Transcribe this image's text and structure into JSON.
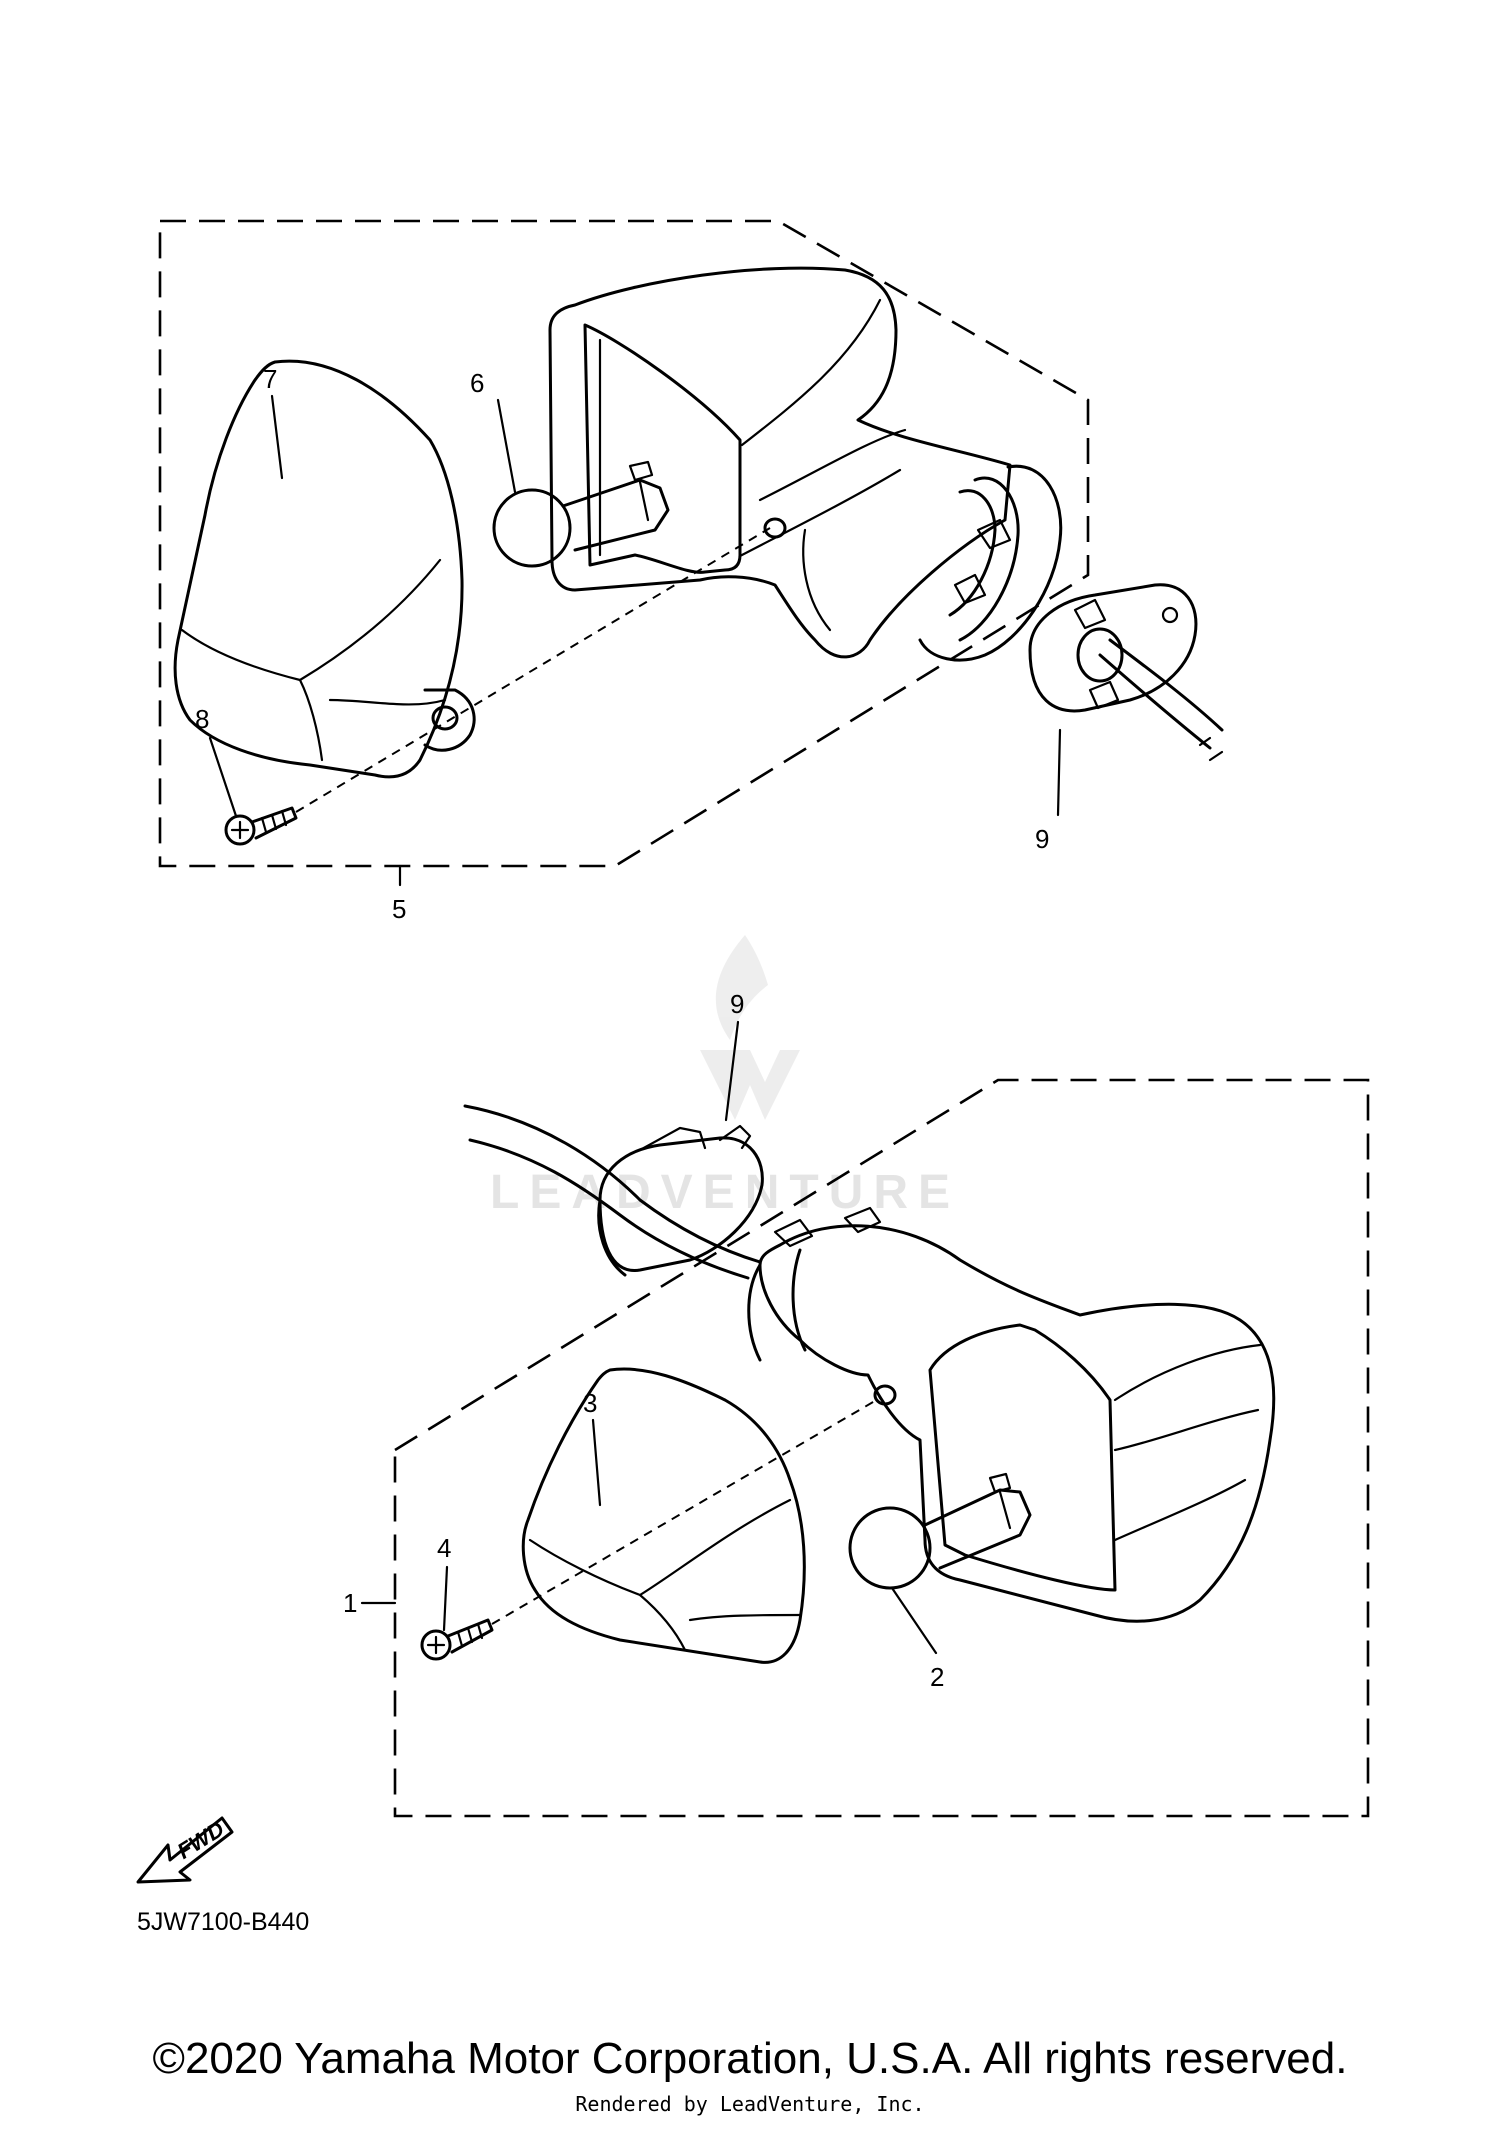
{
  "diagram": {
    "callouts": {
      "c1": "1",
      "c2": "2",
      "c3": "3",
      "c4": "4",
      "c5": "5",
      "c6": "6",
      "c7": "7",
      "c8": "8",
      "c9_top": "9",
      "c9_bottom": "9"
    },
    "direction_arrow_label": "FWD",
    "diagram_code": "5JW7100-B440",
    "watermark": "LEADVENTURE"
  },
  "footer": {
    "copyright": "©2020 Yamaha Motor Corporation, U.S.A. All rights reserved.",
    "rendered_by": "Rendered by LeadVenture, Inc."
  }
}
